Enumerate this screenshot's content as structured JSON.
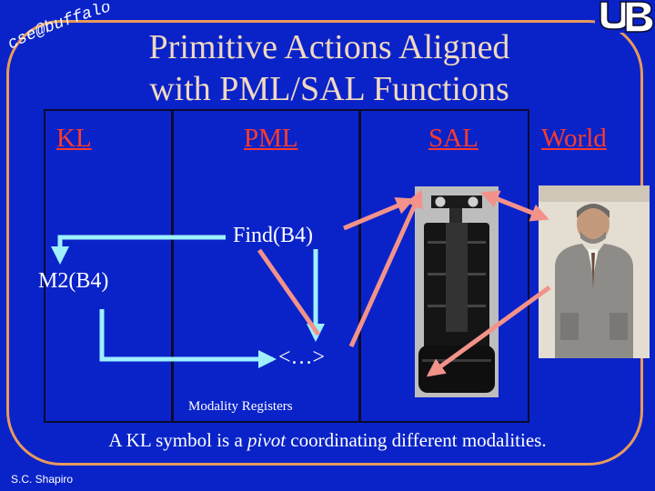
{
  "logo": {
    "text": "cse@buffalo"
  },
  "title": {
    "line1": "Primitive Actions Aligned",
    "line2": "with PML/SAL Functions"
  },
  "columns": {
    "kl": "KL",
    "pml": "PML",
    "sal": "SAL",
    "world": "World"
  },
  "diagram": {
    "find": "Find(B4)",
    "m2": "M2(B4)",
    "tuple": "<…>",
    "modality": "Modality Registers"
  },
  "footnote": {
    "before": "A KL symbol is a ",
    "italic": "pivot",
    "after": " coordinating different modalities."
  },
  "author": "S.C. Shapiro",
  "colors": {
    "background": "#0a23c8",
    "arrow_cyan": "#9ef0ff",
    "arrow_salmon": "#f2928a",
    "heading_red": "#ff3b2a"
  }
}
